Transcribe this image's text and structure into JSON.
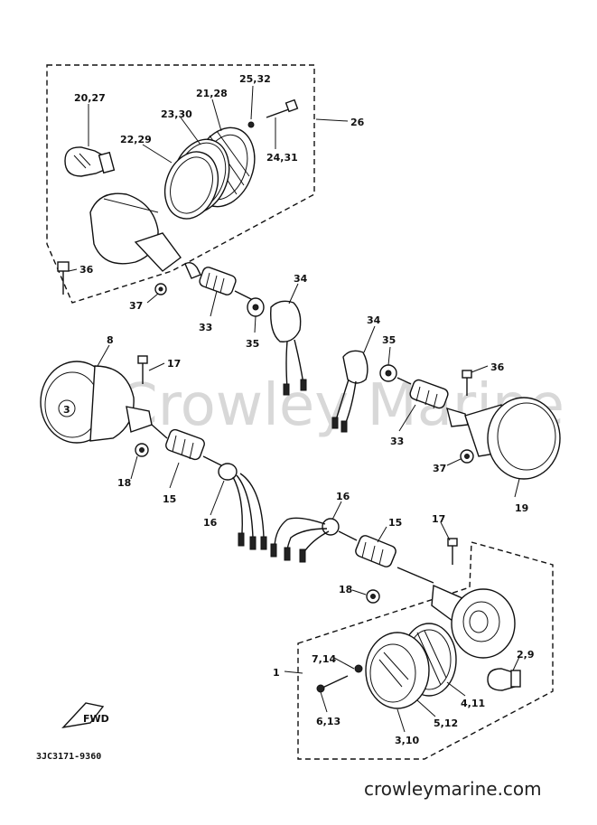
{
  "diagram": {
    "watermark": "Crowley Marine",
    "drawing_code": "3JC3171-9360",
    "footer_url": "crowleymarine.com",
    "fwd_text": "FWD",
    "callouts": {
      "c20_27": "20,27",
      "c25_32": "25,32",
      "c21_28": "21,28",
      "c23_30": "23,30",
      "c22_29": "22,29",
      "c24_31": "24,31",
      "c26": "26",
      "c36a": "36",
      "c34a": "34",
      "c37a": "37",
      "c33a": "33",
      "c35a": "35",
      "c8": "8",
      "c17a": "17",
      "c34b": "34",
      "c35b": "35",
      "c36b": "36",
      "c18a": "18",
      "c15a": "15",
      "c16a": "16",
      "c33b": "33",
      "c37b": "37",
      "c19": "19",
      "c16b": "16",
      "c15b": "15",
      "c17b": "17",
      "c18b": "18",
      "c1": "1",
      "c7_14": "7,14",
      "c2_9": "2,9",
      "c4_11": "4,11",
      "c5_12": "5,12",
      "c6_13": "6,13",
      "c3_10": "3,10"
    }
  }
}
